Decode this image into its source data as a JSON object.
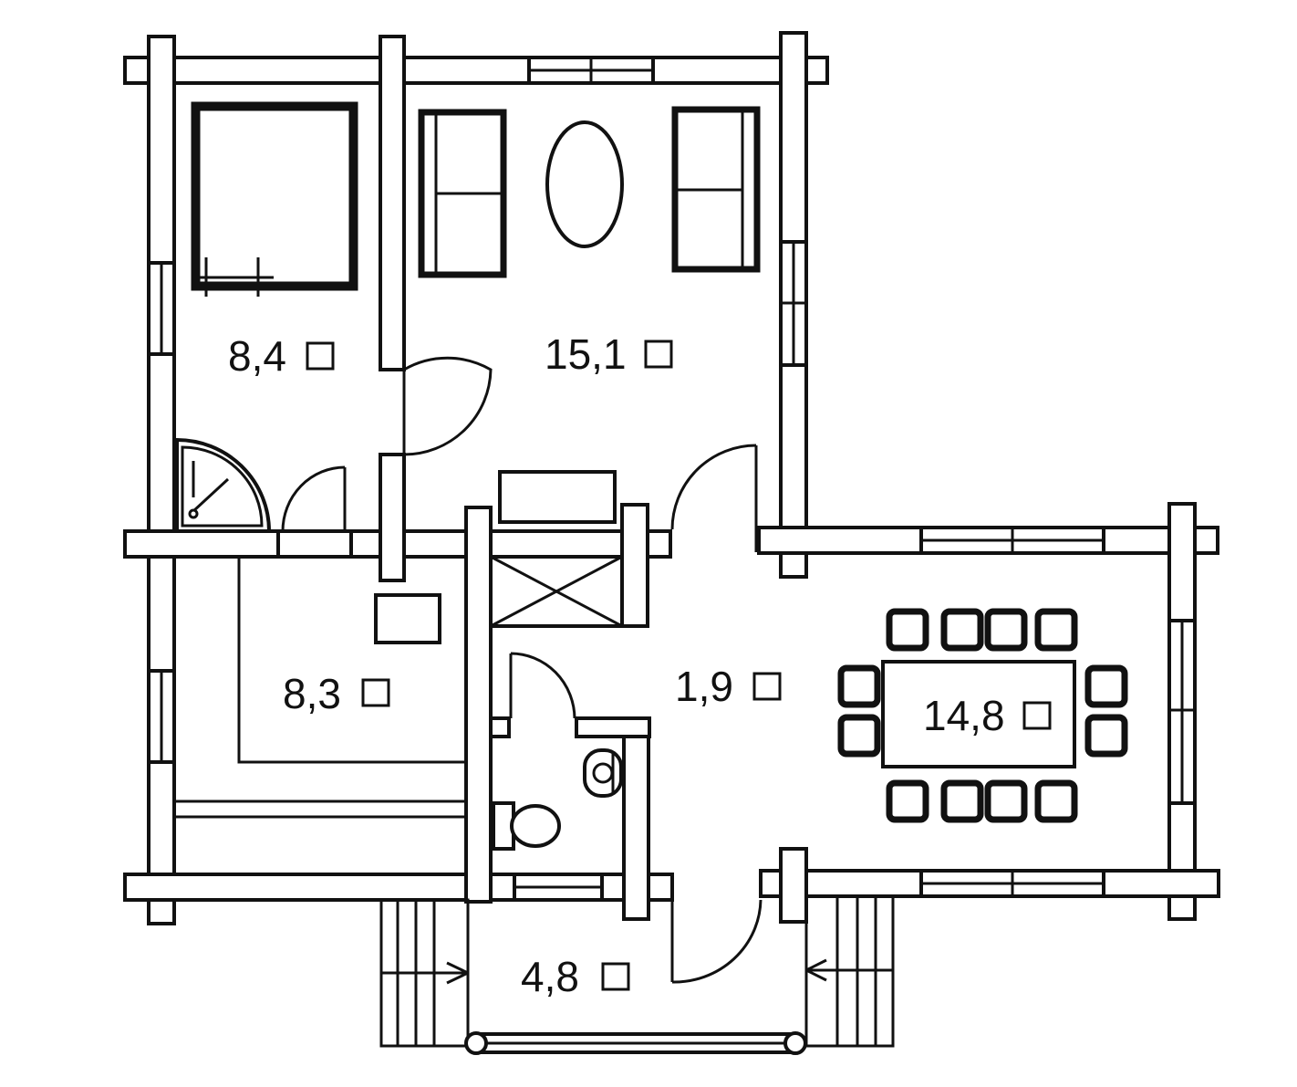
{
  "rooms": [
    {
      "id": "bedroom-small",
      "area": "8,4"
    },
    {
      "id": "living-room",
      "area": "15,1"
    },
    {
      "id": "sauna",
      "area": "8,3"
    },
    {
      "id": "hall",
      "area": "1,9"
    },
    {
      "id": "dining-room",
      "area": "14,8"
    },
    {
      "id": "porch",
      "area": "4,8"
    }
  ],
  "colors": {
    "line": "#111111",
    "background": "#ffffff"
  }
}
